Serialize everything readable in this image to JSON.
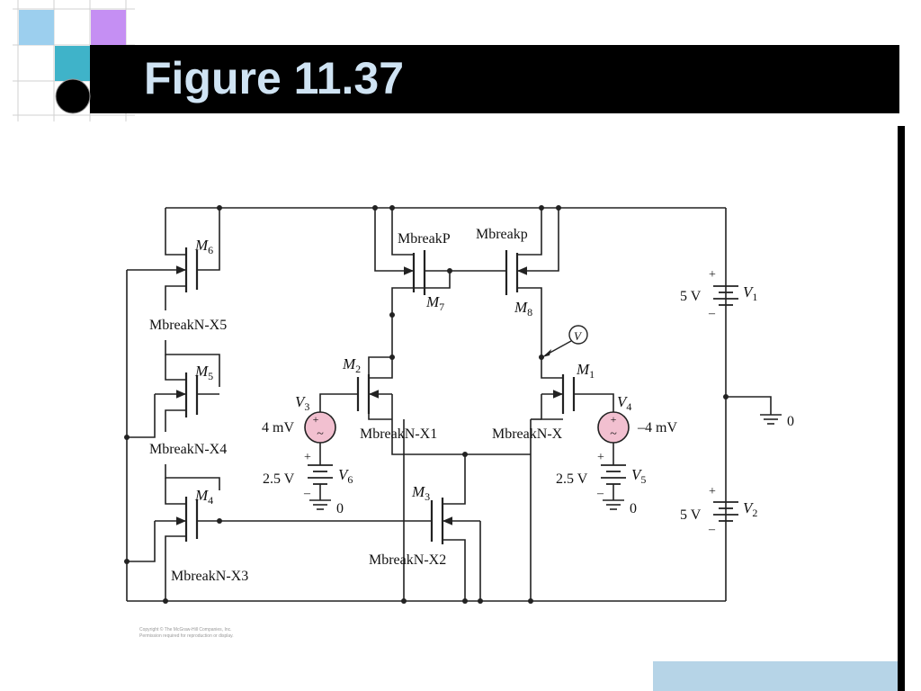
{
  "slide": {
    "title": "Figure 11.37",
    "copyright_line1": "Copyright © The McGraw-Hill Companies, Inc.",
    "copyright_line2": "Permission required for reproduction or display."
  },
  "colors": {
    "title_bar": "#000000",
    "title_text": "#cfe3f3",
    "source_fill": "#f2c0d0",
    "accent_blue": "#9ccfee",
    "accent_purple": "#c58ff3",
    "accent_teal": "#3fb3c9",
    "bottom_bar": "#b6d4e7"
  },
  "circuit": {
    "m6_label": "M",
    "m6_sub": "6",
    "m5_label": "M",
    "m5_sub": "5",
    "m4_label": "M",
    "m4_sub": "4",
    "m2_label": "M",
    "m2_sub": "2",
    "m1_label": "M",
    "m1_sub": "1",
    "m3_label": "M",
    "m3_sub": "3",
    "m7_label": "M",
    "m7_sub": "7",
    "m8_label": "M",
    "m8_sub": "8",
    "x5_label": "MbreakN-X5",
    "x4_label": "MbreakN-X4",
    "x3_label": "MbreakN-X3",
    "x1_label": "MbreakN-X1",
    "x_label": "MbreakN-X",
    "x2_label": "MbreakN-X2",
    "mbreakP_label": "MbreakP",
    "mbreakp_label": "Mbreakp",
    "v_probe": "V",
    "v1_label": "V",
    "v1_sub": "1",
    "v1_value": "5 V",
    "v2_label": "V",
    "v2_sub": "2",
    "v2_value": "5 V",
    "v3_label": "V",
    "v3_sub": "3",
    "v3_value": "4 mV",
    "v4_label": "V",
    "v4_sub": "4",
    "v4_value": "–4 mV",
    "v5_label": "V",
    "v5_sub": "5",
    "v5_value": "2.5 V",
    "v6_label": "V",
    "v6_sub": "6",
    "v6_value": "2.5 V",
    "ground_0_right": "0",
    "ground_0_v6": "0",
    "ground_0_v5": "0",
    "plus": "+",
    "minus": "–",
    "ac_plus": "+",
    "ac_tilde": "~"
  }
}
